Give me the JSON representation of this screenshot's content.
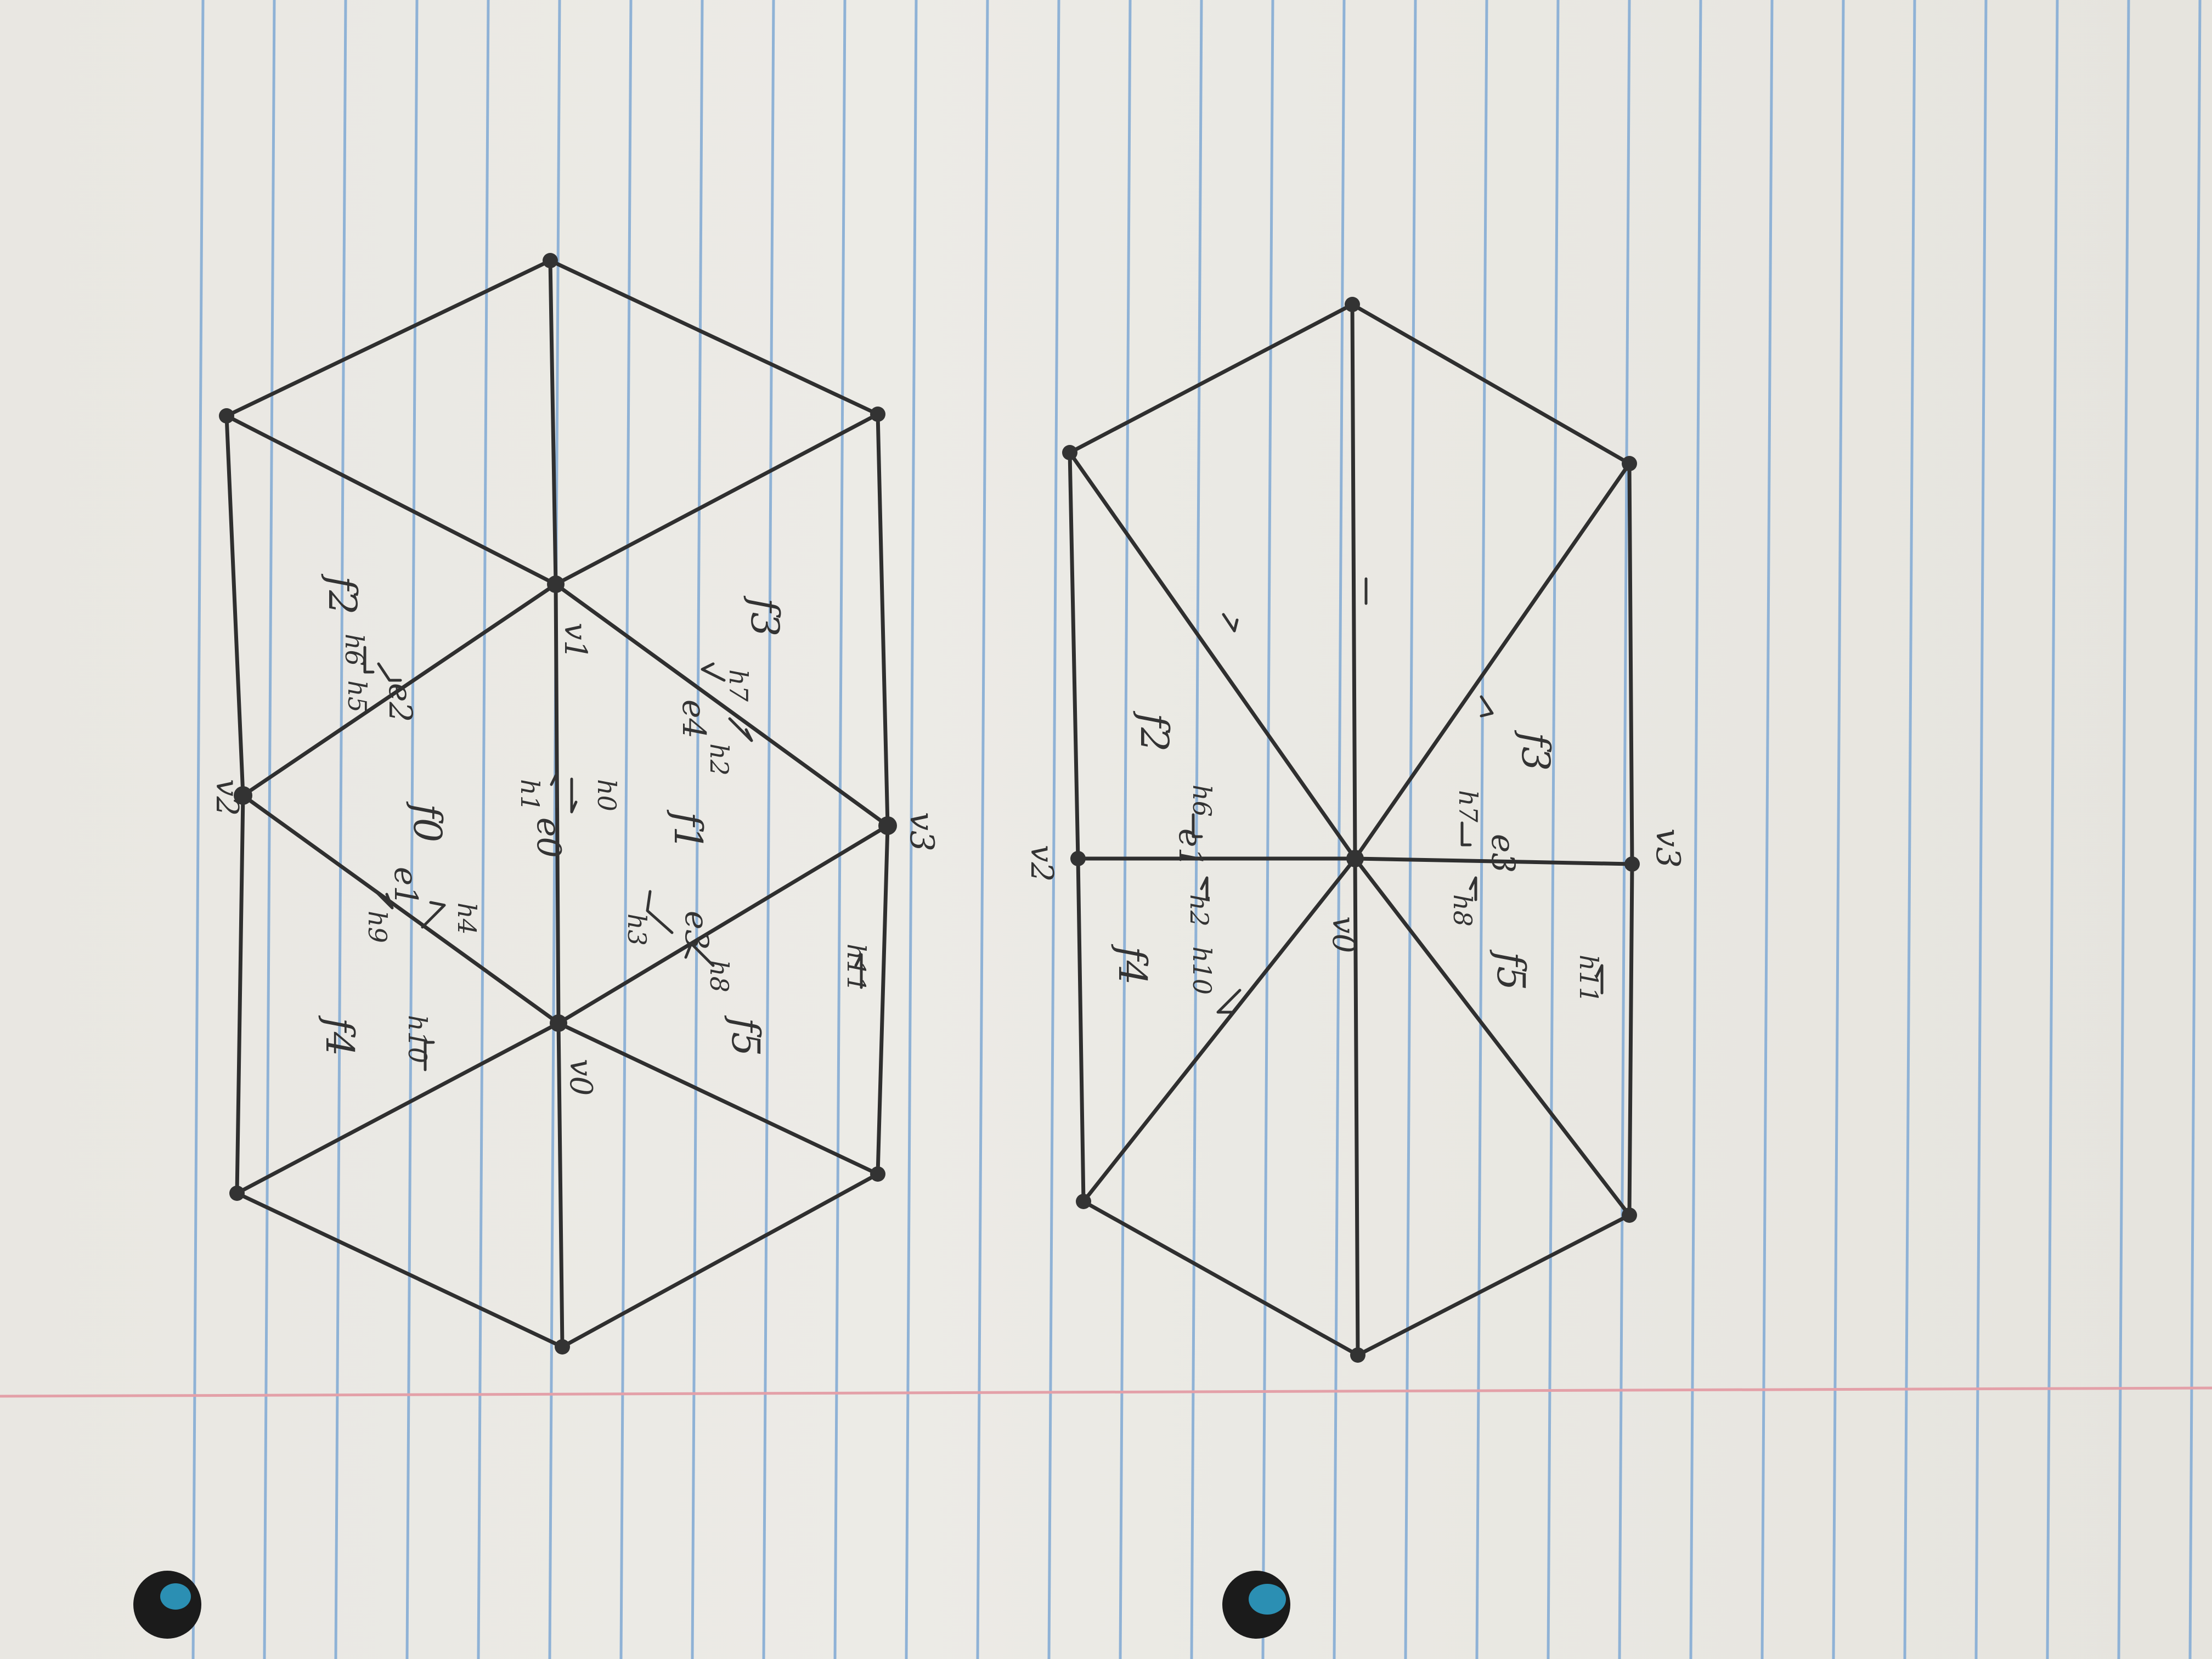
{
  "notebook": {
    "rule_color": "#8fb2d6",
    "margin_color": "#e3a0a8",
    "ink_color": "#333333"
  },
  "left_mesh": {
    "vertex_labels": {
      "v0": "v0",
      "v1": "v1",
      "v2": "v2",
      "v3": "v3"
    },
    "face_labels": {
      "f0": "f0",
      "f1": "f1",
      "f2": "f2",
      "f3": "f3",
      "f4": "f4",
      "f5": "f5"
    },
    "edge_labels": {
      "e0": "e0",
      "e1": "e1",
      "e2": "e2",
      "e3": "e3",
      "e4": "e4"
    },
    "halfedge_labels": {
      "h0": "h0",
      "h1": "h1",
      "h2": "h2",
      "h3": "h3",
      "h4": "h4",
      "h5": "h5",
      "h6": "h6",
      "h7": "h7",
      "h8": "h8",
      "h9": "h9",
      "h10": "h10",
      "h11": "h11"
    }
  },
  "right_mesh": {
    "vertex_labels": {
      "v0": "v0",
      "v2": "v2",
      "v3": "v3"
    },
    "face_labels": {
      "f2": "f2",
      "f3": "f3",
      "f4": "f4",
      "f5": "f5"
    },
    "edge_labels": {
      "e1": "e1",
      "e3": "e3"
    },
    "halfedge_labels": {
      "h2": "h2",
      "h6": "h6",
      "h7": "h7",
      "h8": "h8",
      "h10": "h10",
      "h11": "h11"
    }
  }
}
